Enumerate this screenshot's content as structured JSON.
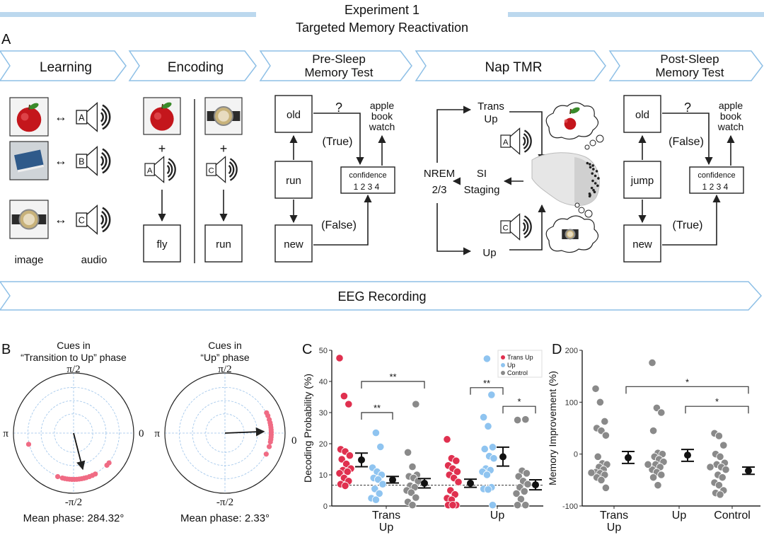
{
  "header": {
    "title": "Experiment 1",
    "subtitle": "Targeted Memory Reactivation"
  },
  "panel_labels": {
    "a": "A",
    "b": "B",
    "c": "C",
    "d": "D"
  },
  "stages": [
    {
      "lines": [
        "Learning"
      ]
    },
    {
      "lines": [
        "Encoding"
      ]
    },
    {
      "lines": [
        "Pre-Sleep",
        "Memory Test"
      ]
    },
    {
      "lines": [
        "Nap TMR"
      ]
    },
    {
      "lines": [
        "Post-Sleep",
        "Memory Test"
      ]
    }
  ],
  "learning": {
    "pairs": [
      {
        "image": "apple",
        "audio": "A",
        "link": "↔"
      },
      {
        "image": "book",
        "audio": "B",
        "link": "↔"
      },
      {
        "image": "watch",
        "audio": "C",
        "link": "↔"
      }
    ],
    "image_label": "image",
    "audio_label": "audio"
  },
  "encoding": {
    "items": [
      {
        "image": "apple",
        "audio": "A",
        "plus": "+",
        "word": "fly"
      },
      {
        "image": "watch",
        "audio": "C",
        "plus": "+",
        "word": "run"
      }
    ]
  },
  "pre_test": {
    "old": "old",
    "cue": "run",
    "new": "new",
    "question": "?",
    "upper_label": "(True)",
    "lower_label": "(False)",
    "confidence": "confidence",
    "scale": "1  2  3  4",
    "answers": [
      "apple",
      "book",
      "watch"
    ]
  },
  "nap": {
    "trans_up": [
      "Trans",
      "Up"
    ],
    "up": "Up",
    "nrem": [
      "NREM",
      "2/3"
    ],
    "staging": [
      "SI",
      "Staging"
    ],
    "cues": [
      "A",
      "C"
    ]
  },
  "post_test": {
    "old": "old",
    "cue": "jump",
    "new": "new",
    "question": "?",
    "upper_label": "(False)",
    "lower_label": "(True)",
    "confidence": "confidence",
    "scale": "1  2  3  4",
    "answers": [
      "apple",
      "book",
      "watch"
    ]
  },
  "eeg": "EEG Recording",
  "chart_data": [
    {
      "type": "scatter",
      "subtype": "polar",
      "title": [
        "Cues in",
        "“Transition to Up” phase"
      ],
      "angle_labels": {
        "top": "π/2",
        "left": "π",
        "right": "0",
        "bottom": "-π/2"
      },
      "phases_deg": [
        194,
        250,
        256,
        259,
        262,
        265,
        268,
        271,
        274,
        277,
        280,
        283,
        286,
        290,
        294,
        298,
        316,
        320
      ],
      "mean_phase_deg": 284.32,
      "mean_resultant_length": 0.62,
      "color": "#f06b84",
      "caption": "Mean phase: 284.32°"
    },
    {
      "type": "scatter",
      "subtype": "polar",
      "title": [
        "Cues in",
        "“Up” phase"
      ],
      "angle_labels": {
        "top": "π/2",
        "left": "π",
        "right": "0",
        "bottom": "-π/2"
      },
      "phases_deg": [
        26,
        22,
        17,
        13,
        10,
        7,
        4,
        1,
        -2,
        -5,
        -8,
        -11,
        -17,
        -27
      ],
      "mean_phase_deg": 2.33,
      "mean_resultant_length": 0.65,
      "color": "#f06b84",
      "caption": "Mean phase: 2.33°"
    },
    {
      "type": "scatter",
      "ylabel": "Decoding Probability (%)",
      "ylim": [
        0,
        50
      ],
      "yticks": [
        0,
        10,
        20,
        30,
        40,
        50
      ],
      "categories": [
        [
          "Trans",
          "Up"
        ],
        [
          "Up"
        ]
      ],
      "legend": "top-right",
      "chance_level": 6.67,
      "series": [
        {
          "name": "Trans Up",
          "color": "#e0304f",
          "values": [
            [
              47.5,
              35.3,
              32.7,
              18.2,
              17.5,
              16.2,
              15,
              13.5,
              12,
              11.5,
              11,
              10.5,
              9,
              8,
              7,
              6.5
            ],
            [
              21.4,
              15.3,
              14.5,
              13,
              12,
              11,
              10,
              9,
              7.7,
              5,
              3.7,
              2.5,
              2,
              0.3,
              0.3,
              0.3
            ]
          ],
          "mean": [
            14.8,
            7.3
          ],
          "error": [
            [
              12.6,
              17.0
            ],
            [
              6.0,
              8.6
            ]
          ]
        },
        {
          "name": "Up",
          "color": "#8fc4f0",
          "values": [
            [
              23.5,
              19,
              12.3,
              11,
              10,
              9,
              8.5,
              7,
              5.5,
              4,
              2.5,
              2
            ],
            [
              47.3,
              35.7,
              28.5,
              25.6,
              18.9,
              18.3,
              16,
              15.3,
              12,
              11.5,
              11,
              10,
              6,
              5.5,
              5.3,
              0.3
            ]
          ],
          "mean": [
            8.4,
            15.8
          ],
          "error": [
            [
              7.4,
              9.5
            ],
            [
              12.8,
              18.9
            ]
          ]
        },
        {
          "name": "Control",
          "color": "#8a8a8a",
          "values": [
            [
              32.7,
              17.2,
              12.6,
              10,
              9.5,
              9,
              8,
              6.5,
              6,
              5,
              4.3,
              2.7,
              1.3,
              0.3
            ],
            [
              27.8,
              27.6,
              11.3,
              10.5,
              9.5,
              8,
              7,
              6,
              4.7,
              4,
              2.2,
              0.3,
              0.3
            ]
          ],
          "mean": [
            7.3,
            6.8
          ],
          "error": [
            [
              5.8,
              8.8
            ],
            [
              5.2,
              8.4
            ]
          ]
        }
      ],
      "significance": [
        {
          "group": 0,
          "from": 0,
          "to": 2,
          "y": 40,
          "label": "**"
        },
        {
          "group": 0,
          "from": 0,
          "to": 1,
          "y": 30,
          "label": "**"
        },
        {
          "group": 1,
          "from": 0,
          "to": 1,
          "y": 38,
          "label": "**"
        },
        {
          "group": 1,
          "from": 1,
          "to": 2,
          "y": 32,
          "label": "*"
        }
      ]
    },
    {
      "type": "scatter",
      "ylabel": "Memory Improvement (%)",
      "ylim": [
        -100,
        200
      ],
      "yticks": [
        -100,
        0,
        100,
        200
      ],
      "categories": [
        [
          "Trans",
          "Up"
        ],
        [
          "Up"
        ],
        [
          "Control"
        ]
      ],
      "color": "#8a8a8a",
      "values": [
        [
          126,
          100,
          63,
          50,
          45,
          36,
          -5,
          -18,
          -20,
          -25,
          -30,
          -35,
          -37,
          -40,
          -45,
          -50,
          -65,
          -36
        ],
        [
          176,
          89,
          80,
          45,
          2,
          0,
          -5,
          -10,
          -15,
          -20,
          -25,
          -30,
          -35,
          -40,
          -45,
          -60,
          -20
        ],
        [
          40,
          35,
          17,
          0,
          -5,
          -17,
          -20,
          -25,
          -30,
          -40,
          -45,
          -55,
          -60,
          -70,
          -75,
          -78,
          -25
        ]
      ],
      "mean": [
        -7,
        -2,
        -32
      ],
      "error": [
        [
          -18,
          5
        ],
        [
          -14,
          9
        ],
        [
          -39,
          -25
        ]
      ],
      "significance": [
        {
          "from": 0,
          "to": 2,
          "y": 130,
          "label": "*"
        },
        {
          "from": 1,
          "to": 2,
          "y": 92,
          "label": "*"
        }
      ]
    }
  ]
}
